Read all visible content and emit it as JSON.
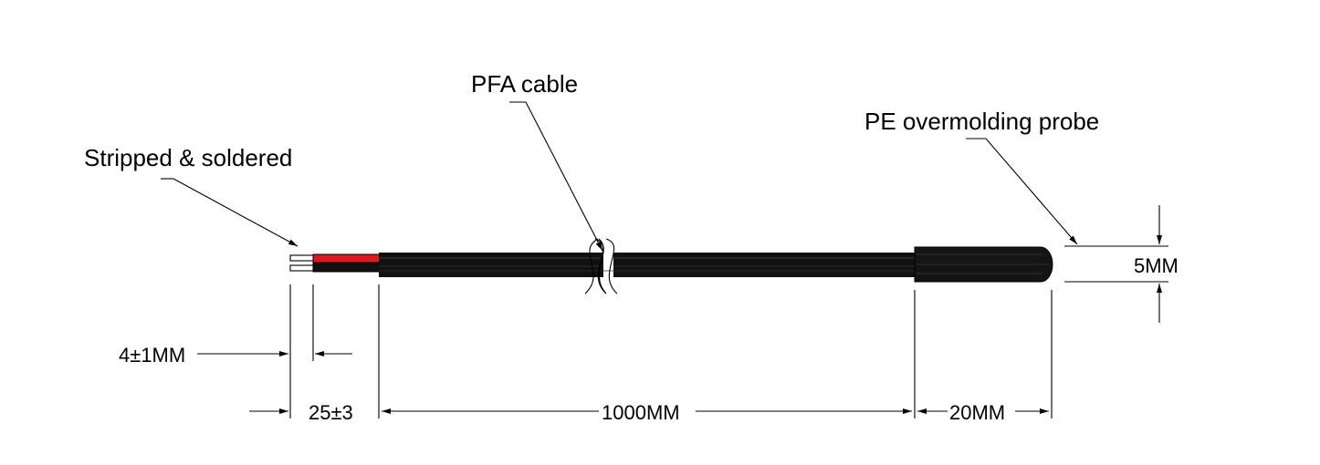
{
  "callouts": {
    "stripped": "Stripped & soldered",
    "cable": "PFA cable",
    "probe": "PE overmolding probe"
  },
  "dimensions": {
    "strip_length": "4±1MM",
    "lead_length": "25±3",
    "cable_length": "1000MM",
    "probe_length": "20MM",
    "probe_diameter": "5MM"
  },
  "colors": {
    "line": "#000000",
    "cable": "#111111",
    "red_wire": "#e0181e",
    "background": "#ffffff"
  }
}
